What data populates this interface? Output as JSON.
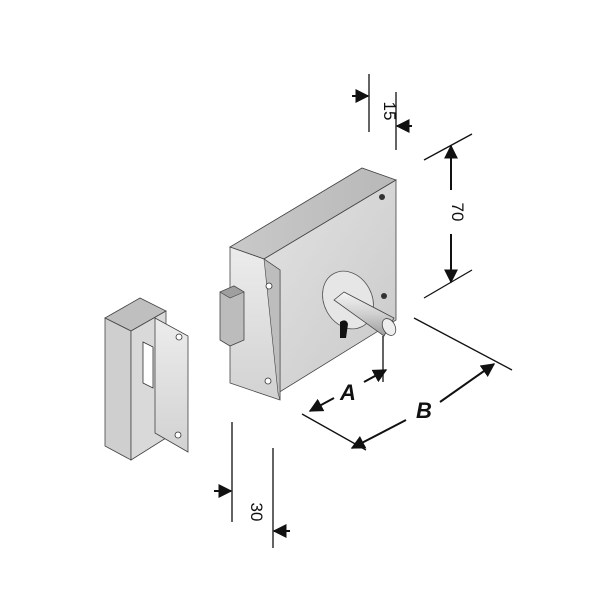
{
  "dimensions": {
    "width_top": "15",
    "height_right": "70",
    "depth_bottom": "30",
    "label_a": "A",
    "label_b": "B"
  },
  "colors": {
    "body_face": "#d7d7d7",
    "body_top": "#c4c4c4",
    "body_shadow": "#b3b3b3",
    "plate_front": "#e6e6e6",
    "plate_side": "#cfcfcf",
    "line": "#111111"
  }
}
